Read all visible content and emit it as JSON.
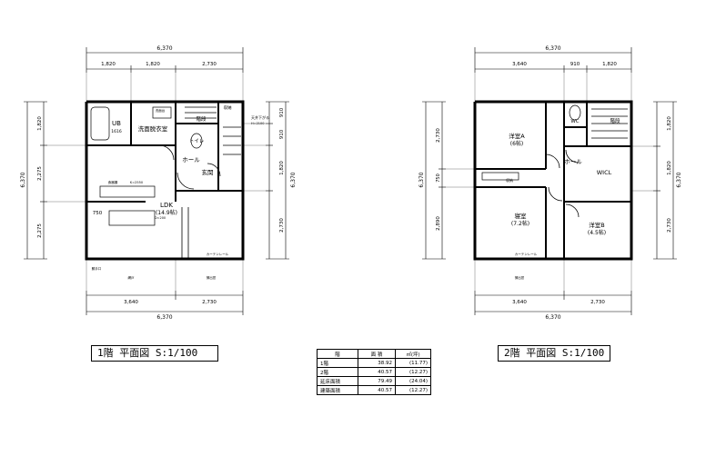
{
  "plan1": {
    "title": "1階 平面図 S:1/100",
    "dims_top_total": "6,370",
    "dims_top": [
      "1,820",
      "1,820",
      "2,730"
    ],
    "dims_bottom": [
      "3,640",
      "2,730"
    ],
    "dims_bottom_total": "6,370",
    "dims_left": [
      "1,820",
      "2,275",
      "2,275"
    ],
    "dims_left_total": "6,370",
    "dims_right": [
      "910",
      "910",
      "1,820",
      "2,730"
    ],
    "dims_right_total": "6,370",
    "rooms": {
      "ub": "UB",
      "ub_size": "1616",
      "washroom": "洗面脱衣室",
      "toilet": "トイレ",
      "stairs": "階段",
      "hall": "ホール",
      "entrance": "玄関",
      "ldk": "LDK",
      "ldk_size": "(14.9帖)",
      "storage": "収納"
    },
    "notes": {
      "n750": "750",
      "ceiling": "天井下がる",
      "ceiling_h": "H=2100",
      "sanitary": "洗面台",
      "kitchen": "食器棚",
      "kitchen_n": "K=2550",
      "d200": "D=200",
      "window1": "掃出窓",
      "window2": "勝手口",
      "curtain": "カーテンレール",
      "net": "網戸"
    }
  },
  "plan2": {
    "title": "2階 平面図 S:1/100",
    "dims_top_total": "6,370",
    "dims_top": [
      "3,640",
      "910",
      "1,820"
    ],
    "dims_bottom": [
      "3,640",
      "2,730"
    ],
    "dims_bottom_total": "6,370",
    "dims_left": [
      "2,730",
      "750",
      "2,890"
    ],
    "dims_left_total": "6,370",
    "dims_right": [
      "1,820",
      "1,820",
      "2,730"
    ],
    "dims_right_total": "6,370",
    "rooms": {
      "western_a": "洋室A",
      "western_a_size": "(6帖)",
      "toilet": "WC",
      "stairs": "階段",
      "hall": "ホール",
      "wicl": "WICL",
      "bedroom": "寝室",
      "bedroom_size": "(7.2帖)",
      "western_b": "洋室B",
      "western_b_size": "(4.5帖)"
    },
    "notes": {
      "curtain": "カーテンレール",
      "window": "掃出窓",
      "storage": "収納"
    }
  },
  "area_table": {
    "headers": [
      "階",
      "面 積",
      "㎡(坪)"
    ],
    "rows": [
      {
        "label": "1階",
        "area": "38.92",
        "tsubo": "(11.77)"
      },
      {
        "label": "2階",
        "area": "40.57",
        "tsubo": "(12.27)"
      },
      {
        "label": "延床面積",
        "area": "79.49",
        "tsubo": "(24.04)"
      },
      {
        "label": "建築面積",
        "area": "40.57",
        "tsubo": "(12.27)"
      }
    ]
  }
}
